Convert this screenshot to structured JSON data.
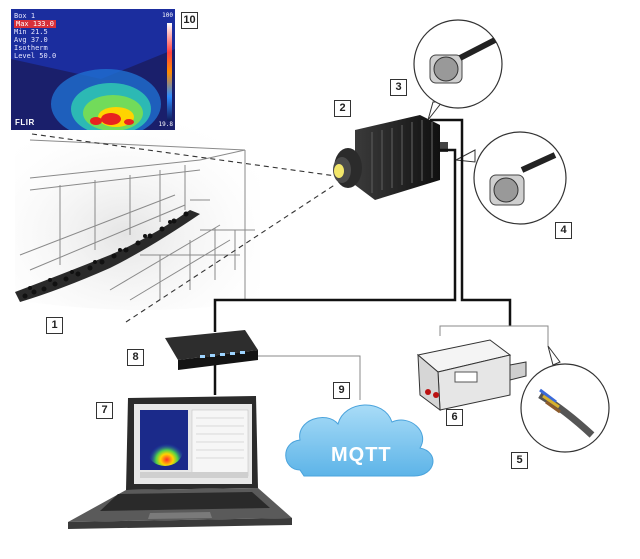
{
  "thermal_image": {
    "box_label": "Box 1",
    "max_label": "Max",
    "max_value": "133.0",
    "min_label": "Min",
    "min_value": "21.5",
    "avg_label": "Avg",
    "avg_value": "37.0",
    "isotherm_label": "Isotherm",
    "level_label": "Level",
    "level_value": "50.0",
    "scale_max": "100",
    "scale_min": "19.8",
    "brand": "FLIR"
  },
  "callouts": [
    "1",
    "2",
    "3",
    "4",
    "5",
    "6",
    "7",
    "8",
    "9",
    "10"
  ],
  "cloud_label": "MQTT",
  "colors": {
    "line": "#111111",
    "cloud": "#7ec6f0",
    "camera": "#1c1c1c",
    "accent_red": "#d8303a"
  }
}
